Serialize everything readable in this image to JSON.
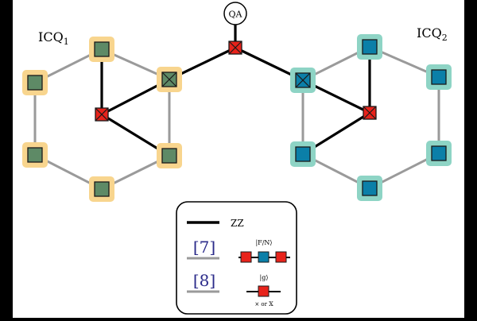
{
  "labels": {
    "icq1_main": "ICQ",
    "icq1_sub": "1",
    "icq2_main": "ICQ",
    "icq2_sub": "2",
    "qa": "QA"
  },
  "legend": {
    "zz_label": "ZZ",
    "ref7": "[7]",
    "ref8": "[8]",
    "fn_state": "|F/N⟩",
    "g_state": "|g⟩",
    "g_note": "× or 𝕏"
  },
  "colors": {
    "page_bg": "#ffffff",
    "side_bars": "#000000",
    "green_qubit": "#5e8a66",
    "blue_qubit": "#0b7fa8",
    "red_qubit": "#e8231b",
    "orange_halo": "#f8d58e",
    "teal_halo": "#8ed4c5",
    "gray_edge": "#9a9a9a",
    "zz_edge": "#000000",
    "ref_color": "#2b2b8a"
  },
  "icons": {
    "crossed_square": "crossed-square-icon",
    "plain_square": "square-qubit-icon"
  }
}
